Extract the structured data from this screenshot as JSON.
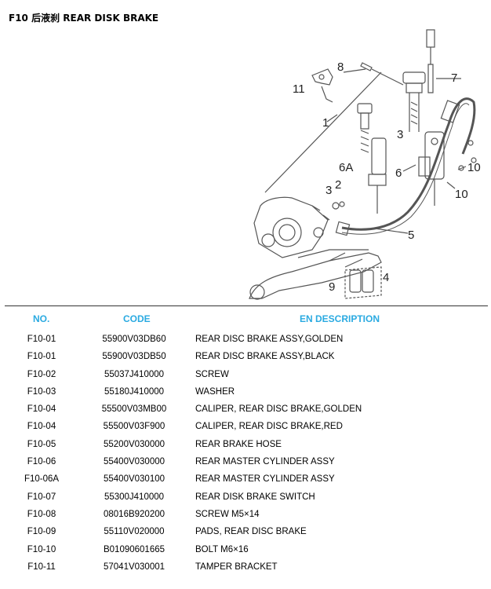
{
  "header": {
    "title": "F10 后液刹 REAR DISK BRAKE"
  },
  "diagram": {
    "callouts": [
      "8",
      "11",
      "7",
      "1",
      "3",
      "6A",
      "6",
      "10",
      "3",
      "2",
      "10",
      "5",
      "4",
      "9"
    ]
  },
  "table": {
    "columns": [
      "NO.",
      "CODE",
      "EN DESCRIPTION"
    ],
    "rows": [
      {
        "no": "F10-01",
        "code": "55900V03DB60",
        "desc": "REAR DISC BRAKE ASSY,GOLDEN"
      },
      {
        "no": "F10-01",
        "code": "55900V03DB50",
        "desc": "REAR DISC BRAKE ASSY,BLACK"
      },
      {
        "no": "F10-02",
        "code": "55037J410000",
        "desc": "SCREW"
      },
      {
        "no": "F10-03",
        "code": "55180J410000",
        "desc": "WASHER"
      },
      {
        "no": "F10-04",
        "code": "55500V03MB00",
        "desc": "CALIPER, REAR DISC BRAKE,GOLDEN"
      },
      {
        "no": "F10-04",
        "code": "55500V03F900",
        "desc": "CALIPER, REAR DISC BRAKE,RED"
      },
      {
        "no": "F10-05",
        "code": "55200V030000",
        "desc": "REAR BRAKE HOSE"
      },
      {
        "no": "F10-06",
        "code": "55400V030000",
        "desc": "REAR MASTER CYLINDER ASSY"
      },
      {
        "no": "F10-06A",
        "code": "55400V030100",
        "desc": "REAR MASTER CYLINDER ASSY"
      },
      {
        "no": "F10-07",
        "code": "55300J410000",
        "desc": "REAR DISK BRAKE SWITCH"
      },
      {
        "no": "F10-08",
        "code": "08016B920200",
        "desc": "SCREW M5×14"
      },
      {
        "no": "F10-09",
        "code": "55110V020000",
        "desc": "PADS, REAR DISC BRAKE"
      },
      {
        "no": "F10-10",
        "code": "B01090601665",
        "desc": "BOLT M6×16"
      },
      {
        "no": "F10-11",
        "code": "57041V030001",
        "desc": "TAMPER BRACKET"
      }
    ]
  },
  "colors": {
    "header_text": "#2aaae1",
    "line_art": "#555555"
  }
}
